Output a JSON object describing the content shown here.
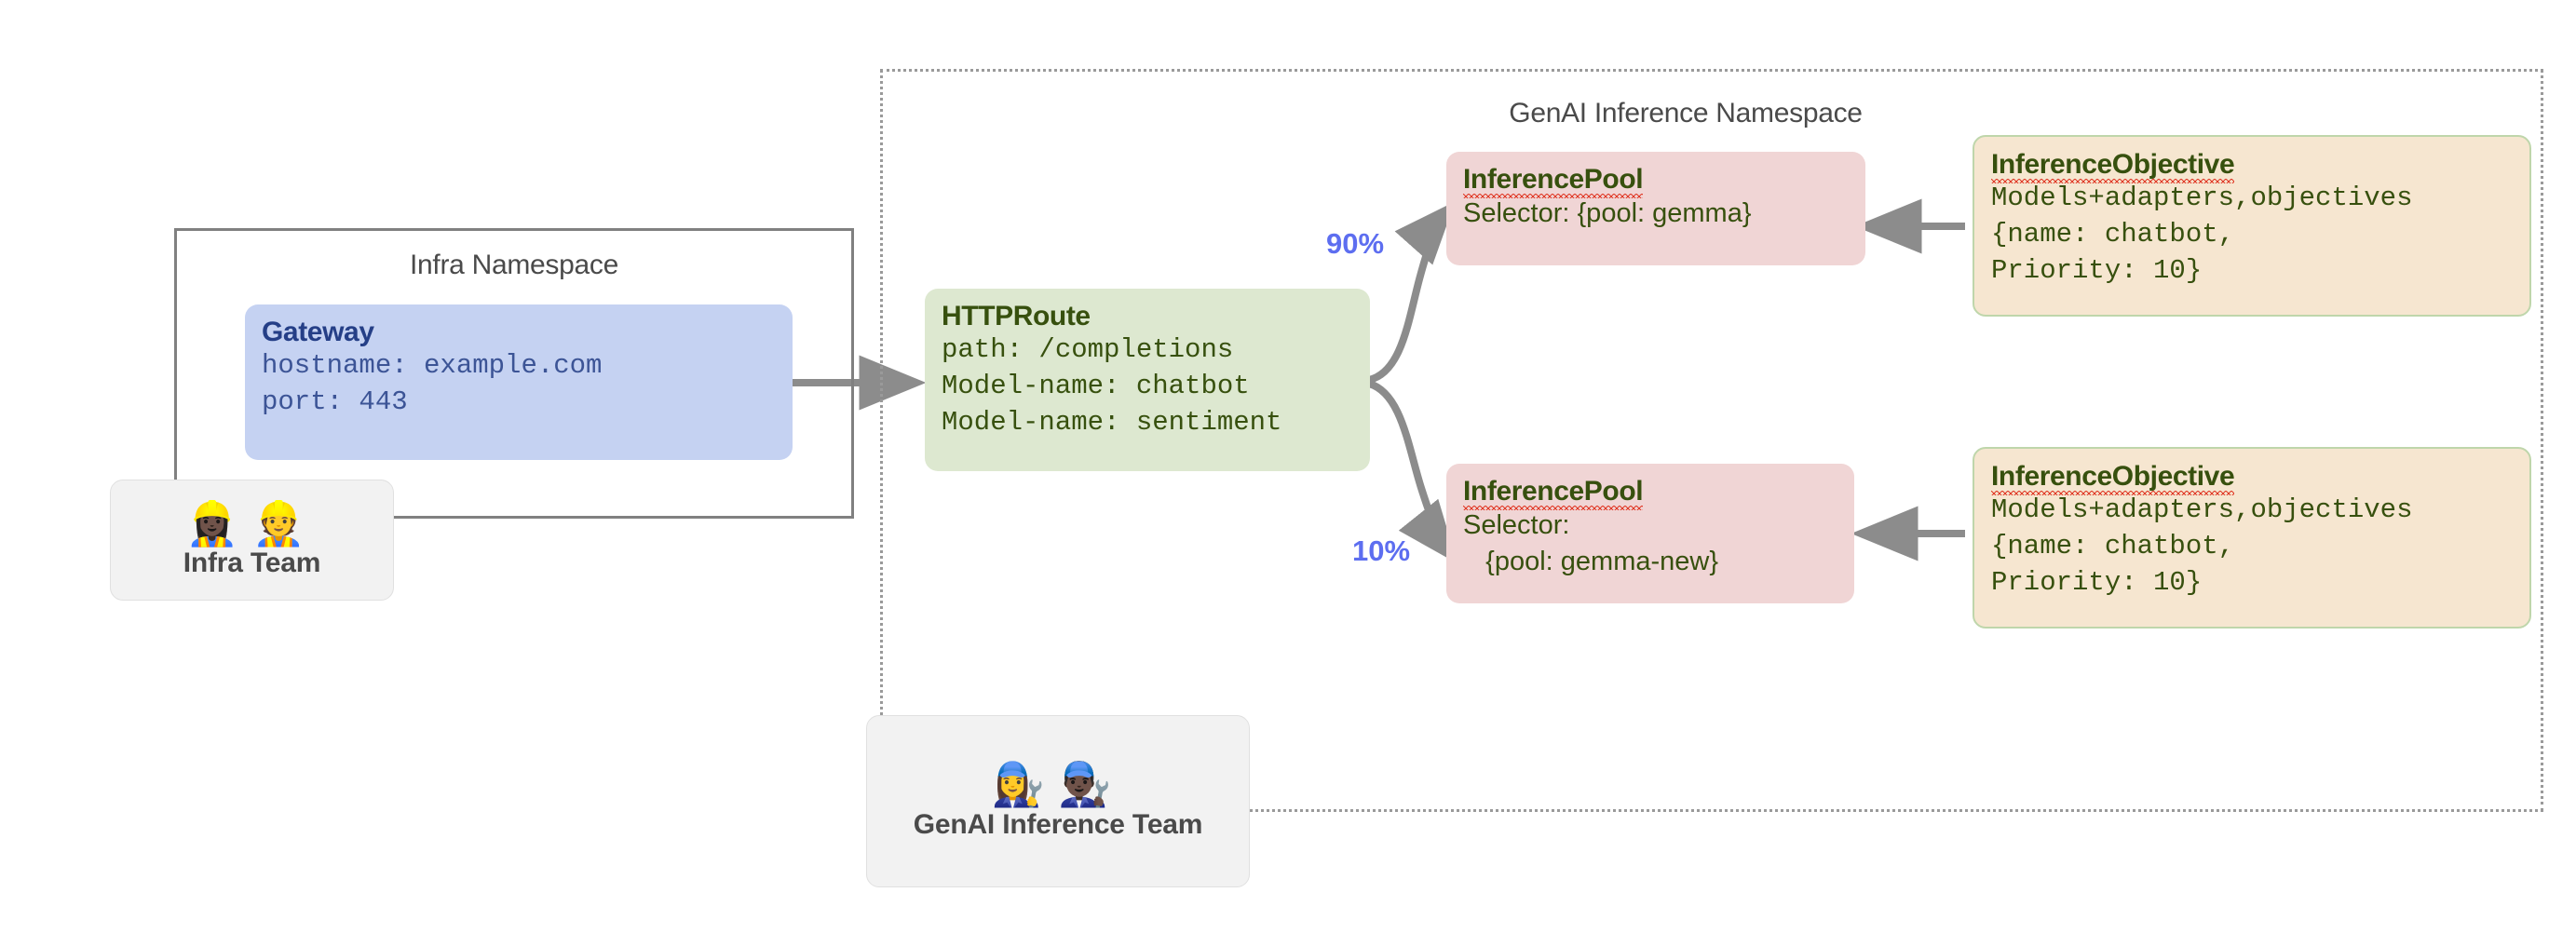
{
  "diagram": {
    "namespaces": [
      {
        "id": "infra",
        "title": "Infra Namespace",
        "border_style": "solid",
        "border_color": "#808080"
      },
      {
        "id": "genai",
        "title": "GenAI Inference Namespace",
        "border_style": "dotted",
        "border_color": "#9a9a9a"
      }
    ],
    "nodes": {
      "gateway": {
        "kind": "Gateway",
        "lines": [
          "hostname: example.com",
          "port: 443"
        ],
        "fill": "#c5d2f2",
        "text_color": "#253f87"
      },
      "httproute": {
        "kind": "HTTPRoute",
        "lines": [
          "path: /completions",
          "Model-name: chatbot",
          "Model-name: sentiment"
        ],
        "fill": "#dde8d0",
        "text_color": "#37500e"
      },
      "pool_top": {
        "kind": "InferencePool",
        "lines": [
          "Selector: {pool: gemma}"
        ],
        "fill": "#f0d5d5",
        "text_color": "#37500e",
        "spellcheck_underline": true
      },
      "pool_bottom": {
        "kind": "InferencePool",
        "lines": [
          "Selector:",
          "   {pool: gemma-new}"
        ],
        "fill": "#f0d5d5",
        "text_color": "#37500e",
        "spellcheck_underline": true
      },
      "objective_top": {
        "kind": "InferenceObjective",
        "lines": [
          "Models+adapters,objectives",
          "{name: chatbot,",
          "Priority: 10}"
        ],
        "fill": "#f6e6d0",
        "border_color": "#bfd6ab",
        "text_color": "#37500e",
        "spellcheck_underline": true
      },
      "objective_bottom": {
        "kind": "InferenceObjective",
        "lines": [
          "Models+adapters,objectives",
          "{name: chatbot,",
          "Priority: 10}"
        ],
        "fill": "#f6e6d0",
        "border_color": "#bfd6ab",
        "text_color": "#37500e",
        "spellcheck_underline": true
      }
    },
    "teams": [
      {
        "id": "infra-team",
        "label": "Infra Team",
        "emojis": "👷🏿‍♀️👷"
      },
      {
        "id": "genai-team",
        "label": "GenAI Inference Team",
        "emojis": "👩‍🔧👨🏿‍🔧"
      }
    ],
    "edges": [
      {
        "id": "gateway-to-route",
        "from": "gateway",
        "to": "httproute",
        "label": "",
        "color": "#8c8c8c"
      },
      {
        "id": "route-to-pool-top",
        "from": "httproute",
        "to": "pool_top",
        "label": "90%",
        "label_color": "#5d6ef0",
        "color": "#8c8c8c"
      },
      {
        "id": "route-to-pool-bottom",
        "from": "httproute",
        "to": "pool_bottom",
        "label": "10%",
        "label_color": "#5d6ef0",
        "color": "#8c8c8c"
      },
      {
        "id": "objective-top-to-pool-top",
        "from": "objective_top",
        "to": "pool_top",
        "label": "",
        "color": "#8c8c8c"
      },
      {
        "id": "objective-bottom-to-pool-bottom",
        "from": "objective_bottom",
        "to": "pool_bottom",
        "label": "",
        "color": "#8c8c8c"
      }
    ],
    "colors": {
      "arrow": "#8c8c8c",
      "namespace_text": "#4a4a4a",
      "accent_blue": "#5d6ef0",
      "spellcheck_red": "#e03b28"
    }
  }
}
